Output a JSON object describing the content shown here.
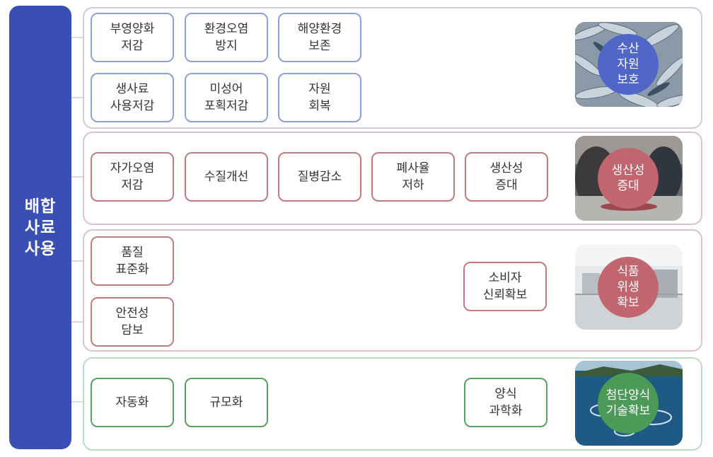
{
  "sidebar": {
    "label": "배합\n사료\n사용"
  },
  "rows": [
    {
      "theme": "blue",
      "boxes": [
        "부영양화\n저감",
        "환경오염\n방지",
        "해양환경\n보존",
        "생사료\n사용저감",
        "미성어\n포획저감",
        "자원\n회복"
      ],
      "badge": "수산\n자원\n보호",
      "photo_icon": "fish-catch-photo"
    },
    {
      "theme": "red",
      "boxes": [
        "자가오염\n저감",
        "수질개선",
        "질병감소",
        "폐사율\n저하",
        "생산성\n증대"
      ],
      "badge": "생산성\n증대",
      "photo_icon": "fish-processing-photo"
    },
    {
      "theme": "red",
      "boxes": [
        "품질\n표준화",
        "안전성\n담보",
        "소비자\n신뢰확보"
      ],
      "badge": "식품\n위생\n확보",
      "photo_icon": "laboratory-photo"
    },
    {
      "theme": "green",
      "boxes": [
        "자동화",
        "규모화",
        "양식\n과학화"
      ],
      "badge": "첨단양식\n기술확보",
      "photo_icon": "aquaculture-farm-photo"
    }
  ],
  "colors": {
    "sidebar": "#3a4fb4",
    "blue_border": "#8f9fd8",
    "red_border": "#c07b7f",
    "green_border": "#5e9d63",
    "blue_badge": "#4f66c6",
    "red_badge": "#c1656f",
    "green_badge": "#4c9a58"
  }
}
